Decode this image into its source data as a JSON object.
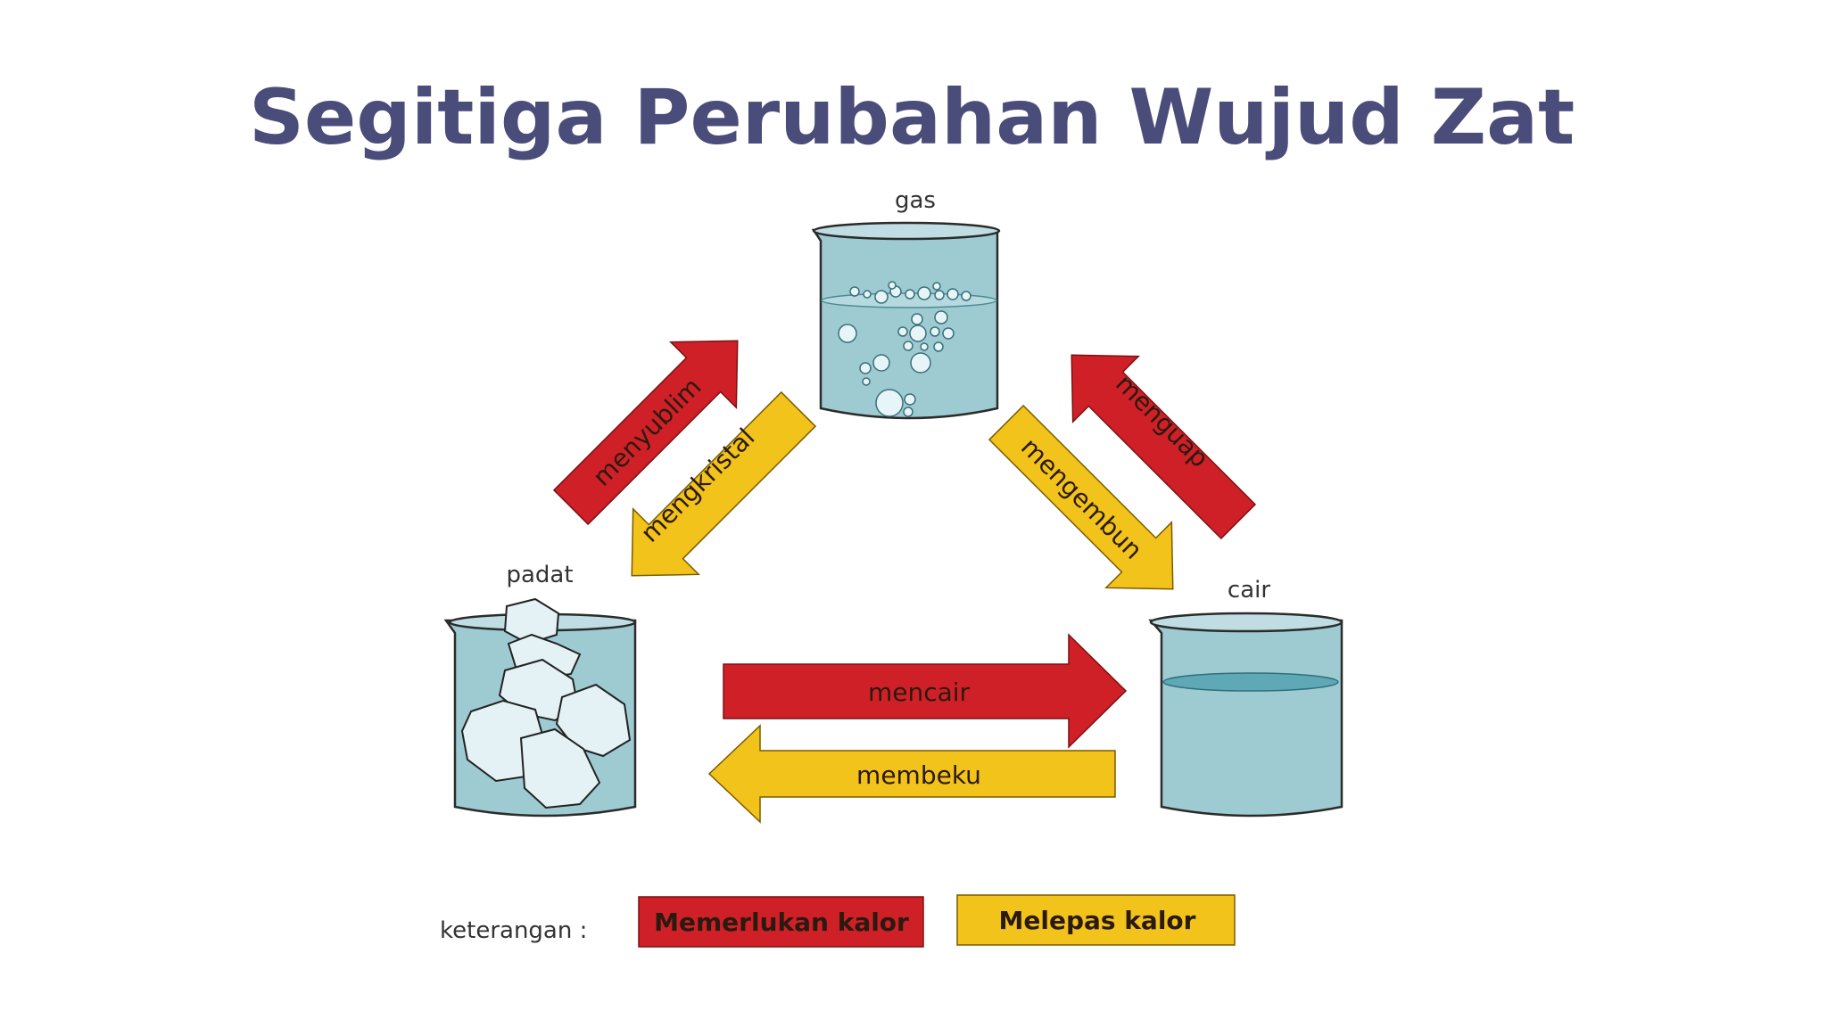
{
  "title": "Segitiga Perubahan Wujud Zat",
  "states": {
    "gas": "gas",
    "solid": "padat",
    "liquid": "cair"
  },
  "transitions": {
    "sublimation": "menyublim",
    "deposition": "mengkristal",
    "evaporation": "menguap",
    "condensation": "mengembun",
    "melting": "mencair",
    "freezing": "membeku"
  },
  "legend": {
    "label": "keterangan :",
    "requires_heat": "Memerlukan kalor",
    "releases_heat": "Melepas kalor"
  },
  "colors": {
    "title": "#4a4c7a",
    "requires_heat": "#d02027",
    "releases_heat": "#f2c31b",
    "beaker": "#9ecbd2"
  }
}
